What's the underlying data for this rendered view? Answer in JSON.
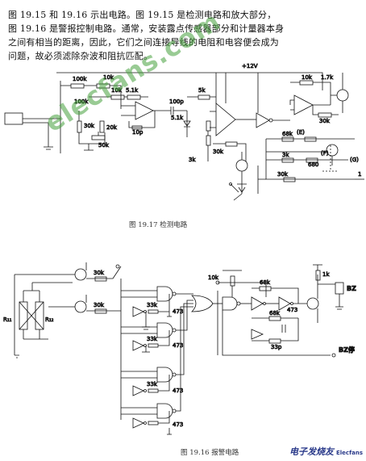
{
  "intro": {
    "line1": "图 19.15 和 19.16 示出电路。图 19.15 是检测电路和放大部分，",
    "line2": "图 19.16 是警报控制电路。通常，安装露点传感器部分和计量器本身",
    "line3": "之间有相当的距离，因此，它们之间连接导线的电阻和电容便会成为",
    "line4": "问题，故必须滤除杂波和阻抗匹配。"
  },
  "captions": {
    "fig1": "图 19.17  检测电路",
    "fig2": "图 19.16  报警电路"
  },
  "watermark": "elecfans.com",
  "logo": {
    "main": "电子发烧友",
    "sub": "Elecfans"
  },
  "fig1_labels": {
    "r100k_a": "100k",
    "r100k_b": "100k",
    "r5_1k": "5.1k",
    "r10k_a": "10k",
    "r10k_b": "10k",
    "r20k": "20k",
    "r30k_a": "30k",
    "r50k": "50k",
    "c100p": "100p",
    "c10p": "10p",
    "r5k": "5k",
    "r5_1k_b": "5.1k",
    "v12": "+12V",
    "r1_7k": "1.7k",
    "r10k_c": "10k",
    "r30k_b": "30k",
    "r3k": "3k",
    "r30k_c": "30k",
    "r68k": "68k",
    "r680": "680",
    "r3k_b": "3k",
    "r30k_d": "30k",
    "tF": "(F)",
    "tG": "(G)",
    "tE": "(E)",
    "n1": "1"
  },
  "fig2_labels": {
    "r30k_1": "30k",
    "r30k_2": "30k",
    "r33k_1": "33k",
    "c473_1": "473",
    "r33k_2": "33k",
    "c473_2": "473",
    "r33k_3": "33k",
    "c473_3": "473",
    "c473_4": "473",
    "r10k": "10k",
    "r68k_1": "68k",
    "c473_5": "473",
    "r68k_2": "68k",
    "c33p": "33p",
    "r1k": "1k",
    "bz": "BZ",
    "bzref": "BZ停",
    "rs1": "R₁₁",
    "rs2": "R₁₂"
  }
}
